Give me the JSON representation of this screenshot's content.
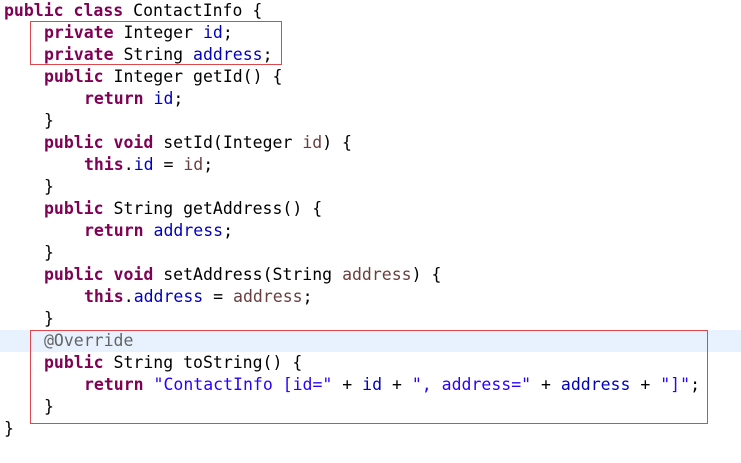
{
  "editor": {
    "language": "Java",
    "current_line_color": "#e8f2fe",
    "highlight_color": "#e0474c",
    "syntax_colors": {
      "keyword": "#7f0055",
      "field": "#0000c0",
      "parameter": "#6a3e3e",
      "string": "#2a00ff",
      "annotation": "#646464"
    }
  },
  "code": {
    "l1": {
      "kw1": "public",
      "kw2": "class",
      "rest": "ContactInfo {"
    },
    "l2": {
      "kw": "private",
      "type": "Integer",
      "field": "id",
      "end": ";"
    },
    "l3": {
      "kw": "private",
      "type": "String",
      "field": "address",
      "end": ";"
    },
    "l4": {
      "kw": "public",
      "rest": "Integer getId() {"
    },
    "l5": {
      "kw": "return",
      "field": "id",
      "end": ";"
    },
    "l6": {
      "text": "}"
    },
    "l7": {
      "kw1": "public",
      "kw2": "void",
      "sig": "setId(Integer",
      "param": "id",
      "end": ") {"
    },
    "l8": {
      "kw": "this",
      "dot": ".",
      "field": "id",
      "eq": " = ",
      "param": "id",
      "end": ";"
    },
    "l9": {
      "text": "}"
    },
    "l10": {
      "kw": "public",
      "rest": "String getAddress() {"
    },
    "l11": {
      "kw": "return",
      "field": "address",
      "end": ";"
    },
    "l12": {
      "text": "}"
    },
    "l13": {
      "kw1": "public",
      "kw2": "void",
      "sig": "setAddress(String",
      "param": "address",
      "end": ") {"
    },
    "l14": {
      "kw": "this",
      "dot": ".",
      "field": "address",
      "eq": " = ",
      "param": "address",
      "end": ";"
    },
    "l15": {
      "text": "}"
    },
    "l16": {
      "ann": "@Override"
    },
    "l17": {
      "kw": "public",
      "rest": "String toString() {"
    },
    "l18": {
      "kw": "return",
      "s1": "\"ContactInfo [id=\"",
      "p1": " + ",
      "f1": "id",
      "p2": " + ",
      "s2": "\", address=\"",
      "p3": " + ",
      "f2": "address",
      "p4": " + ",
      "s3": "\"]\"",
      "end": ";"
    },
    "l19": {
      "text": "}"
    },
    "l20": {
      "text": "}"
    }
  }
}
